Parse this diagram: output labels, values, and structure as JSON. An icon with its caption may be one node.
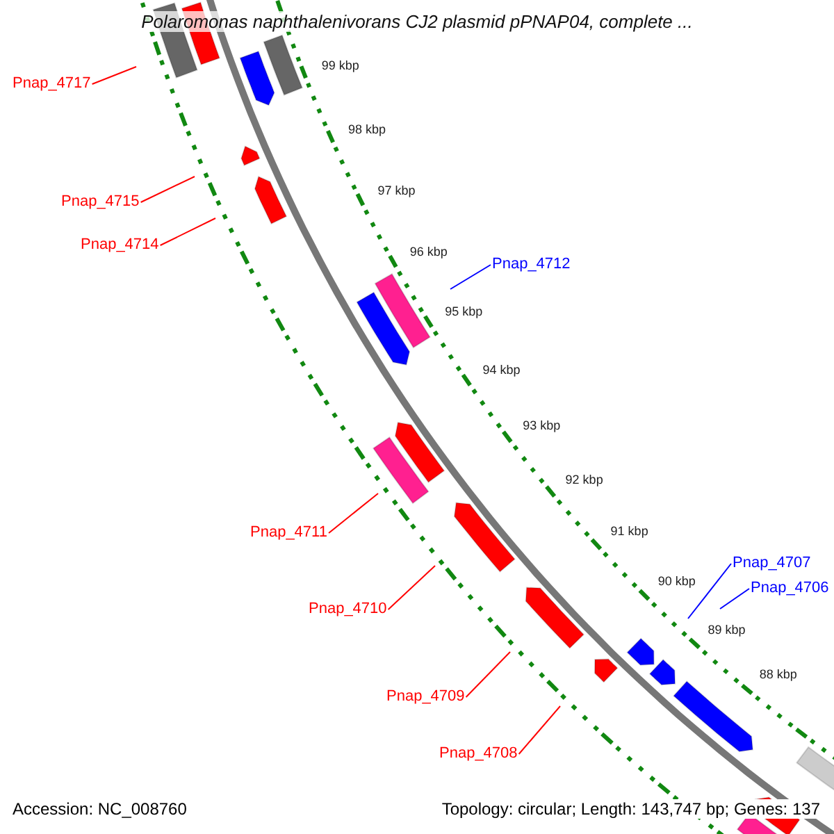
{
  "diagram": {
    "title": "Polaromonas naphthalenivorans CJ2 plasmid pPNAP04, complete ...",
    "nodes": [
      {
        "text": [
          "Pnap_4717"
        ]
      },
      {
        "text": [
          "Pnap_4715"
        ]
      },
      {
        "text": [
          "Pnap_4714"
        ]
      },
      {
        "text": [
          "Pnap_4712"
        ]
      },
      {
        "text": [
          "Pnap_4711"
        ]
      },
      {
        "text": [
          "Pnap_4710"
        ]
      },
      {
        "text": [
          "Pnap_4709"
        ]
      },
      {
        "text": [
          "Pnap_4708"
        ]
      },
      {
        "text": [
          "Pnap_4707"
        ]
      },
      {
        "text": [
          "Pnap_4706"
        ]
      }
    ],
    "edges": [
      {
        "from": 0,
        "to": null,
        "arrow": "none"
      },
      {
        "from": 1,
        "to": null,
        "arrow": "none"
      },
      {
        "from": 2,
        "to": null,
        "arrow": "none"
      },
      {
        "from": 3,
        "to": null,
        "arrow": "none",
        "color": "#0000ff"
      },
      {
        "from": 4,
        "to": null,
        "arrow": "none"
      },
      {
        "from": 5,
        "to": null,
        "arrow": "none"
      },
      {
        "from": 6,
        "to": null,
        "arrow": "none"
      },
      {
        "from": 7,
        "to": null,
        "arrow": "none"
      },
      {
        "from": 8,
        "to": null,
        "arrow": "none",
        "color": "#0000ff"
      },
      {
        "from": 9,
        "to": null,
        "arrow": "none",
        "color": "#0000ff"
      }
    ],
    "labels": [
      "99 kbp",
      "98 kbp",
      "97 kbp",
      "96 kbp",
      "95 kbp",
      "94 kbp",
      "93 kbp",
      "92 kbp",
      "91 kbp",
      "90 kbp",
      "89 kbp",
      "88 kbp",
      "Accession: NC_008760",
      "Topology: circular; Length: 143,747 bp; Genes: 137"
    ]
  }
}
